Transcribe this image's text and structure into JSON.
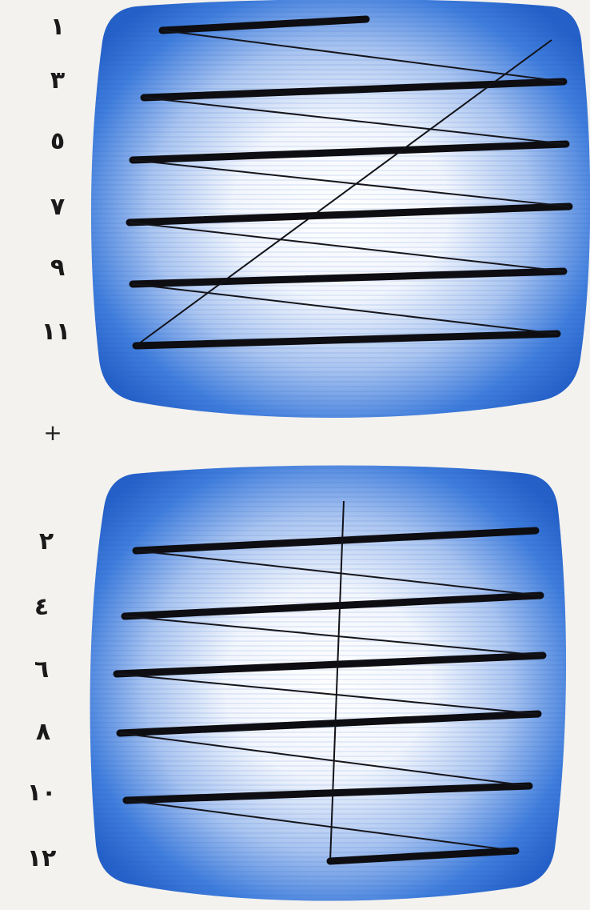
{
  "top_field": {
    "line_labels": [
      "١",
      "٣",
      "٥",
      "٧",
      "٩",
      "١١"
    ]
  },
  "separator": "+",
  "bottom_field": {
    "line_labels": [
      "٢",
      "٤",
      "٦",
      "٨",
      "١٠",
      "١٢"
    ]
  },
  "colors": {
    "screen_blue": "#2f6fd6",
    "screen_highlight": "#ffffff",
    "scan_line": "#0d0d12",
    "background": "#f4f2ee"
  }
}
